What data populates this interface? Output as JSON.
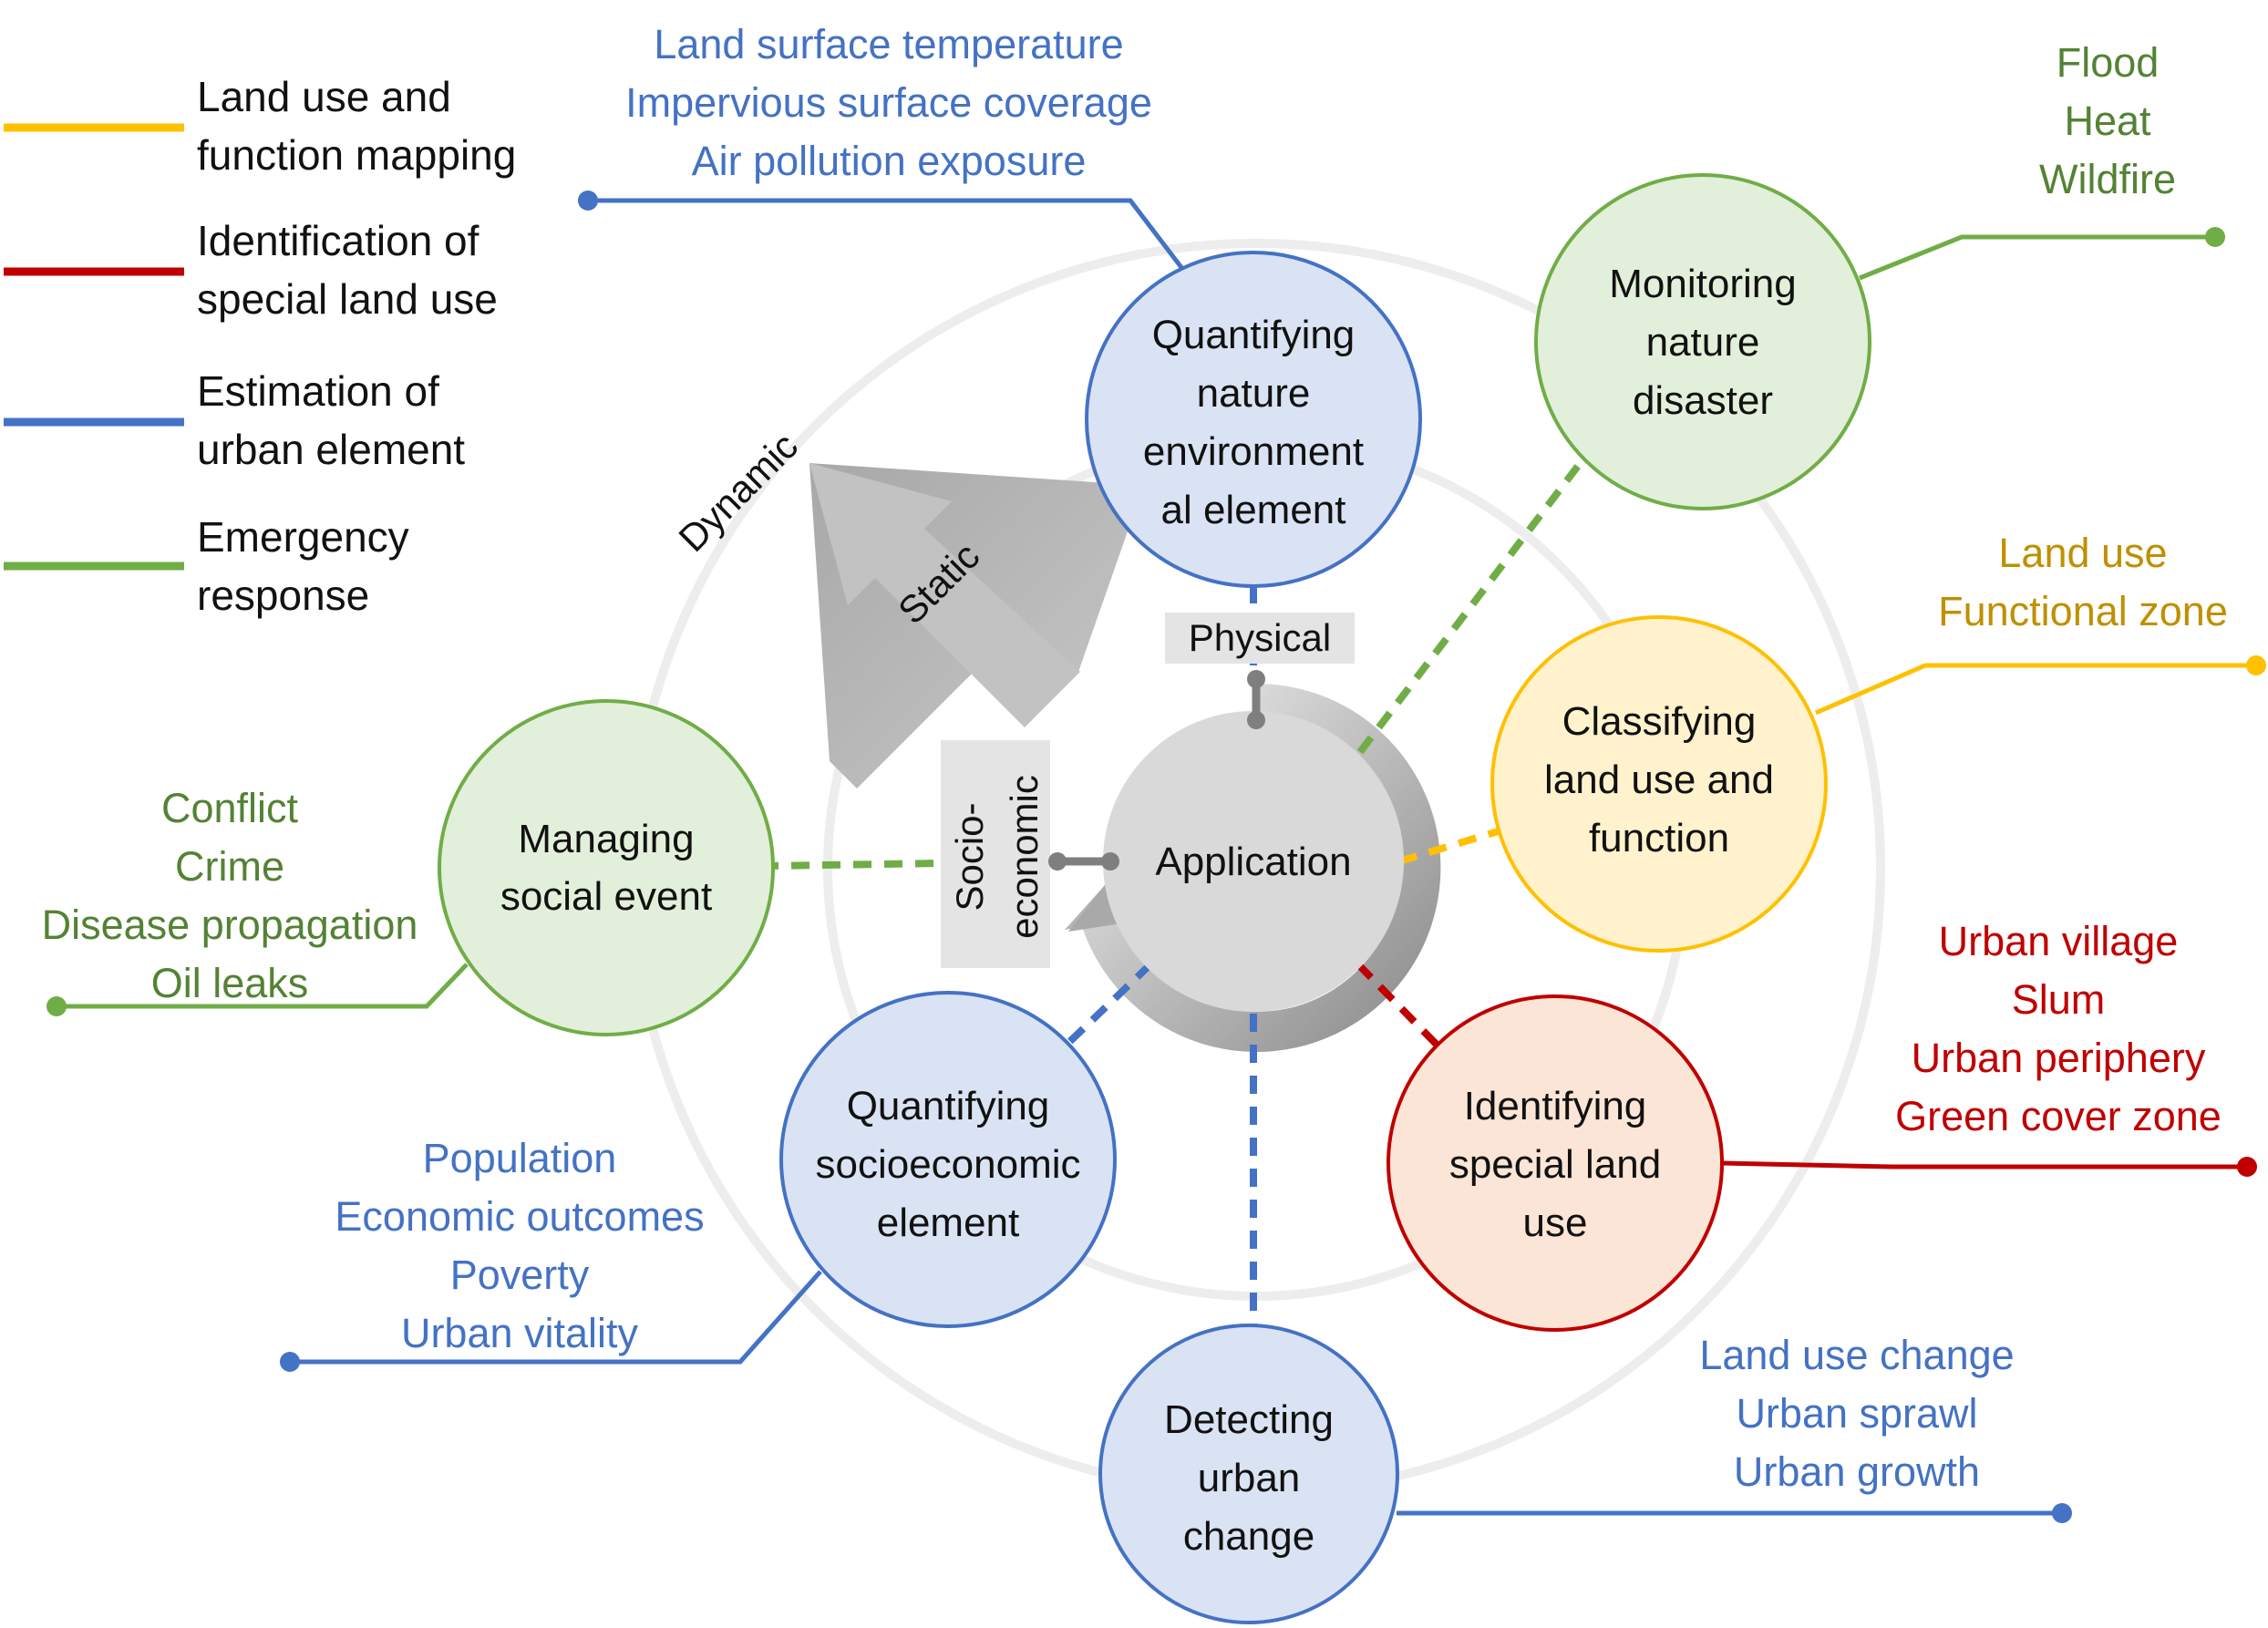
{
  "colors": {
    "yellow": "#FFC000",
    "red": "#C00000",
    "blue": "#4472C4",
    "green": "#70AD47",
    "grey": "#7F7F7F",
    "text_blue": "#4472C4",
    "text_green": "#548235",
    "text_yellow": "#BF9000",
    "text_red": "#C00000"
  },
  "legend": [
    {
      "color": "yellow",
      "lines": [
        "Land use and",
        "function mapping"
      ]
    },
    {
      "color": "red",
      "lines": [
        "Identification of",
        "special land use"
      ]
    },
    {
      "color": "blue",
      "lines": [
        "Estimation of",
        "urban element"
      ]
    },
    {
      "color": "green",
      "lines": [
        "Emergency",
        "response"
      ]
    }
  ],
  "center": {
    "label": "Application"
  },
  "axes": {
    "physical": "Physical",
    "socio_line1": "Socio-",
    "socio_line2": "economic",
    "dynamic": "Dynamic",
    "static": "Static"
  },
  "nodes": {
    "nature_env": {
      "lines": [
        "Quantifying",
        "nature",
        "environment",
        "al element"
      ],
      "category": "blue"
    },
    "nature_disaster": {
      "lines": [
        "Monitoring",
        "nature",
        "disaster"
      ],
      "category": "green"
    },
    "land_use": {
      "lines": [
        "Classifying",
        "land use and",
        "function"
      ],
      "category": "yellow"
    },
    "special_land": {
      "lines": [
        "Identifying",
        "special land",
        "use"
      ],
      "category": "red"
    },
    "urban_change": {
      "lines": [
        "Detecting",
        "urban",
        "change"
      ],
      "category": "blue"
    },
    "socioeconomic": {
      "lines": [
        "Quantifying",
        "socioeconomic",
        "element"
      ],
      "category": "blue"
    },
    "social_event": {
      "lines": [
        "Managing",
        "social event"
      ],
      "category": "green"
    }
  },
  "examples": {
    "nature_env": [
      "Land surface temperature",
      "Impervious surface coverage",
      "Air pollution exposure"
    ],
    "nature_disaster": [
      "Flood",
      "Heat",
      "Wildfire"
    ],
    "land_use": [
      "Land use",
      "Functional zone"
    ],
    "special_land": [
      "Urban village",
      "Slum",
      "Urban periphery",
      "Green cover zone"
    ],
    "urban_change": [
      "Land use change",
      "Urban sprawl",
      "Urban growth"
    ],
    "socioeconomic": [
      "Population",
      "Economic outcomes",
      "Poverty",
      "Urban vitality"
    ],
    "social_event": [
      "Conflict",
      "Crime",
      "Disease propagation",
      "Oil leaks"
    ]
  }
}
